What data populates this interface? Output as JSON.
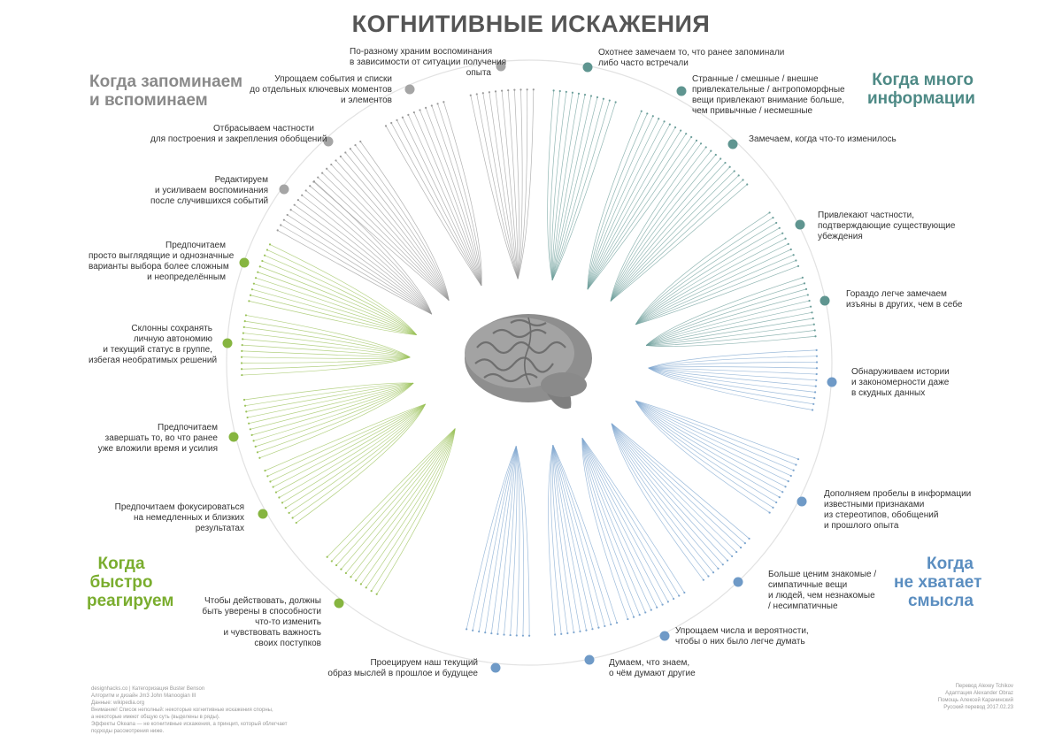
{
  "title": "КОГНИТИВНЫЕ ИСКАЖЕНИЯ",
  "quadrants": {
    "tl": [
      "Когда запоминаем",
      "и вспоминаем"
    ],
    "tr": [
      "Когда много",
      "информации"
    ],
    "bl": [
      "Когда",
      "быстро",
      "реагируем"
    ],
    "br": [
      "Когда",
      "не хватает",
      "смысла"
    ]
  },
  "colors": {
    "grey": "#9a9a9a",
    "teal": "#6d9f9b",
    "blue": "#7ea6cf",
    "green": "#9bc25a",
    "green_dot": "#86b540",
    "teal_dot": "#5f9590",
    "blue_dot": "#6f9ac7",
    "grey_dot": "#a5a5a5",
    "brain": "#8d8d8d"
  },
  "icons": [
    "brain-icon"
  ],
  "categories": [
    {
      "id": "store-memories",
      "lines": [
        "По-разному храним воспоминания",
        "в зависимости от ситуации получения",
        "опыта"
      ]
    },
    {
      "id": "simplify-lists",
      "lines": [
        "Упрощаем события и списки",
        "до отдельных ключевых моментов",
        "и элементов"
      ]
    },
    {
      "id": "discard-specifics",
      "lines": [
        "Отбрасываем частности",
        "для построения и закрепления обобщений"
      ]
    },
    {
      "id": "edit-memories",
      "lines": [
        "Редактируем",
        "и усиливаем воспоминания",
        "после случившихся событий"
      ]
    },
    {
      "id": "prefer-simple",
      "lines": [
        "Предпочитаем",
        "просто выглядящие и однозначные",
        "варианты выбора более сложным",
        "и неопределённым"
      ]
    },
    {
      "id": "preserve-autonomy",
      "lines": [
        "Склонны сохранять",
        "личную автономию",
        "и текущий статус в группе,",
        "избегая необратимых решений"
      ]
    },
    {
      "id": "finish-invested",
      "lines": [
        "Предпочитаем",
        "завершать то, во что ранее",
        "уже вложили время и усилия"
      ]
    },
    {
      "id": "focus-immediate",
      "lines": [
        "Предпочитаем фокусироваться",
        "на немедленных и близких",
        "результатах"
      ]
    },
    {
      "id": "be-confident",
      "lines": [
        "Чтобы действовать, должны",
        "быть уверены в способности",
        "что-то изменить",
        "и чувствовать важность",
        "своих поступков"
      ]
    },
    {
      "id": "project-mindset",
      "lines": [
        "Проецируем наш текущий",
        "образ мыслей в прошлое и будущее"
      ]
    },
    {
      "id": "think-we-know",
      "lines": [
        "Думаем, что знаем,",
        "о чём думают другие"
      ]
    },
    {
      "id": "simplify-numbers",
      "lines": [
        "Упрощаем числа и вероятности,",
        "чтобы о них было легче думать"
      ]
    },
    {
      "id": "value-familiar",
      "lines": [
        "Больше ценим знакомые /",
        "симпатичные вещи",
        "и людей, чем незнакомые",
        "/ несимпатичные"
      ]
    },
    {
      "id": "fill-gaps",
      "lines": [
        "Дополняем пробелы в информации",
        "известными признаками",
        "из стереотипов, обобщений",
        "и прошлого опыта"
      ]
    },
    {
      "id": "find-stories",
      "lines": [
        "Обнаруживаем истории",
        "и закономерности даже",
        "в скудных данных"
      ]
    },
    {
      "id": "notice-flaws",
      "lines": [
        "Гораздо легче замечаем",
        "изъяны в других, чем в себе"
      ]
    },
    {
      "id": "confirm-beliefs",
      "lines": [
        "Привлекают частности,",
        "подтверждающие существующие",
        "убеждения"
      ]
    },
    {
      "id": "notice-change",
      "lines": [
        "Замечаем, когда что-то изменилось"
      ]
    },
    {
      "id": "bizarre-things",
      "lines": [
        "Странные / смешные / внешне",
        "привлекательные / антропоморфные",
        "вещи привлекают внимание больше,",
        "чем привычные / несмешные"
      ]
    },
    {
      "id": "primed-things",
      "lines": [
        "Охотнее замечаем то, что ранее запоминали",
        "либо часто встречали"
      ]
    }
  ],
  "footer_left": [
    "designhacks.co | Категоризация Buster Benson",
    "Алгоритм и дизайн Jm3 John Manoogian III",
    "Данные: wikipedia.org",
    "Внимание! Список неполный: некоторые когнитивные искажения спорны,",
    "а некоторые имеют общую суть (выделены в ряды).",
    "Эффекты Okeana — не когнитивные искажения, а принцип, который облегчает",
    "подходы рассмотрения ниже."
  ],
  "footer_right": [
    "Перевод Alexey Tchikov",
    "Адаптация Alexander Obraz",
    "Помощь Алексей Карачинский",
    "Русский перевод 2017.02.23"
  ]
}
